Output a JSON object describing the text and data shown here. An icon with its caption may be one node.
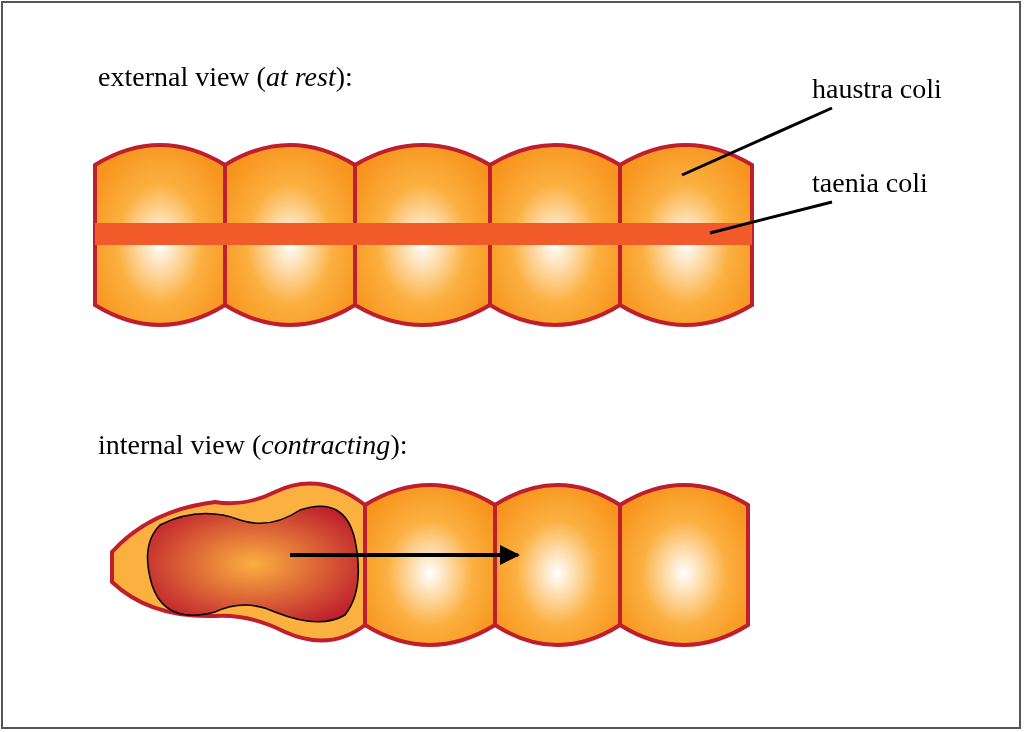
{
  "diagram": {
    "nodes": [
      {
        "text": [
          "haustra coli"
        ]
      },
      {
        "text": [],
        "shape": "picture"
      },
      {
        "text": [
          "taenia coli"
        ]
      },
      {
        "text": [],
        "shape": "bar"
      }
    ],
    "edges": [
      {
        "from": 0,
        "to": 1,
        "arrow": "none"
      },
      {
        "from": 2,
        "to": 3,
        "arrow": "none"
      }
    ],
    "labels": [
      "external view (*at rest*):",
      "internal view (*contracting*):"
    ]
  }
}
